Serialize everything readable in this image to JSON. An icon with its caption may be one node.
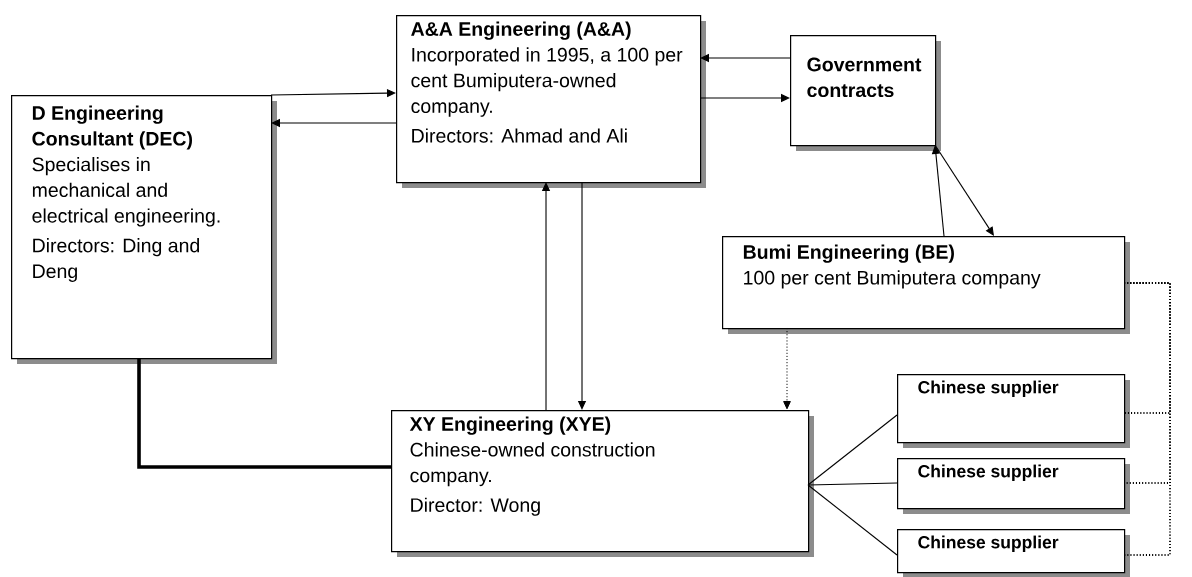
{
  "diagram": {
    "nodes": [
      {
        "text": [
          "D Engineering Consultant (DEC)",
          "Specialises in mechanical and electrical engineering.",
          "Directors: Ding and Deng"
        ]
      },
      {
        "text": [
          "A&A Engineering (A&A)",
          "Incorporated in 1995, a 100 per cent Bumiputera-owned company.",
          "Directors: Ahmad and Ali"
        ]
      },
      {
        "text": [
          "Government contracts"
        ]
      },
      {
        "text": [
          "Bumi Engineering (BE)",
          "100 per cent Bumiputera company"
        ]
      },
      {
        "text": [
          "XY Engineering (XYE)",
          "Chinese-owned construction company.",
          "Director: Wong"
        ]
      },
      {
        "text": [
          "Chinese supplier"
        ]
      },
      {
        "text": [
          "Chinese supplier"
        ]
      },
      {
        "text": [
          "Chinese supplier"
        ]
      }
    ],
    "edges": [
      {
        "from": 0,
        "to": 1,
        "arrow": "to"
      },
      {
        "from": 1,
        "to": 0,
        "arrow": "to"
      },
      {
        "from": 2,
        "to": 1,
        "arrow": "to"
      },
      {
        "from": 1,
        "to": 2,
        "arrow": "to"
      },
      {
        "from": 4,
        "to": 1,
        "arrow": "to"
      },
      {
        "from": 1,
        "to": 4,
        "arrow": "to"
      },
      {
        "from": 3,
        "to": 2,
        "arrow": "to"
      },
      {
        "from": 2,
        "to": 3,
        "arrow": "to"
      },
      {
        "from": 3,
        "to": 4,
        "arrow": "to",
        "style": "dashed"
      },
      {
        "from": 0,
        "to": 4,
        "arrow": "none",
        "style": "thick"
      },
      {
        "from": 4,
        "to": 5,
        "arrow": "none"
      },
      {
        "from": 4,
        "to": 6,
        "arrow": "none"
      },
      {
        "from": 4,
        "to": 7,
        "arrow": "none"
      },
      {
        "from": 3,
        "to": 5,
        "arrow": "none",
        "style": "dashed"
      },
      {
        "from": 3,
        "to": 6,
        "arrow": "none",
        "style": "dashed"
      },
      {
        "from": 3,
        "to": 7,
        "arrow": "none",
        "style": "dashed"
      }
    ]
  }
}
